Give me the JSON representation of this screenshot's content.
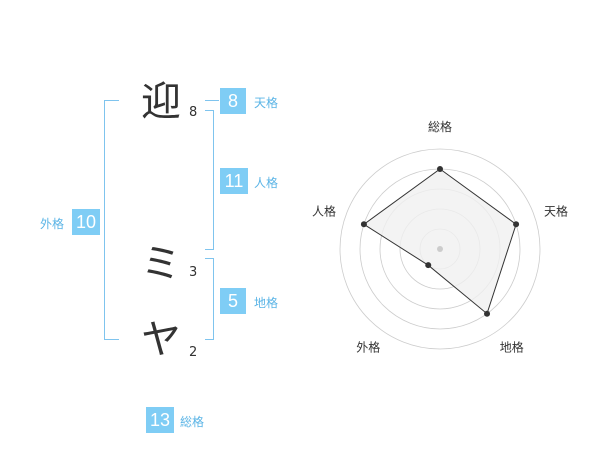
{
  "name": [
    {
      "char": "迎",
      "strokes": "8"
    },
    {
      "char": "ミ",
      "strokes": "3"
    },
    {
      "char": "ヤ",
      "strokes": "2"
    }
  ],
  "kaku": {
    "tenkaku": {
      "value": "8",
      "label": "天格"
    },
    "jinkaku": {
      "value": "11",
      "label": "人格"
    },
    "chikaku": {
      "value": "5",
      "label": "地格"
    },
    "gaikaku": {
      "value": "10",
      "label": "外格"
    },
    "soukaku": {
      "value": "13",
      "label": "総格"
    }
  },
  "chart_data": {
    "type": "radar",
    "axes": [
      "総格",
      "天格",
      "地格",
      "外格",
      "人格"
    ],
    "values": [
      4,
      4,
      4,
      1,
      4
    ],
    "rmax": 5,
    "grid_levels": 5,
    "colors": {
      "fill": "#f0f0f0",
      "line": "#333333",
      "grid": "#cccccc",
      "point": "#333333",
      "center": "#cccccc"
    }
  }
}
